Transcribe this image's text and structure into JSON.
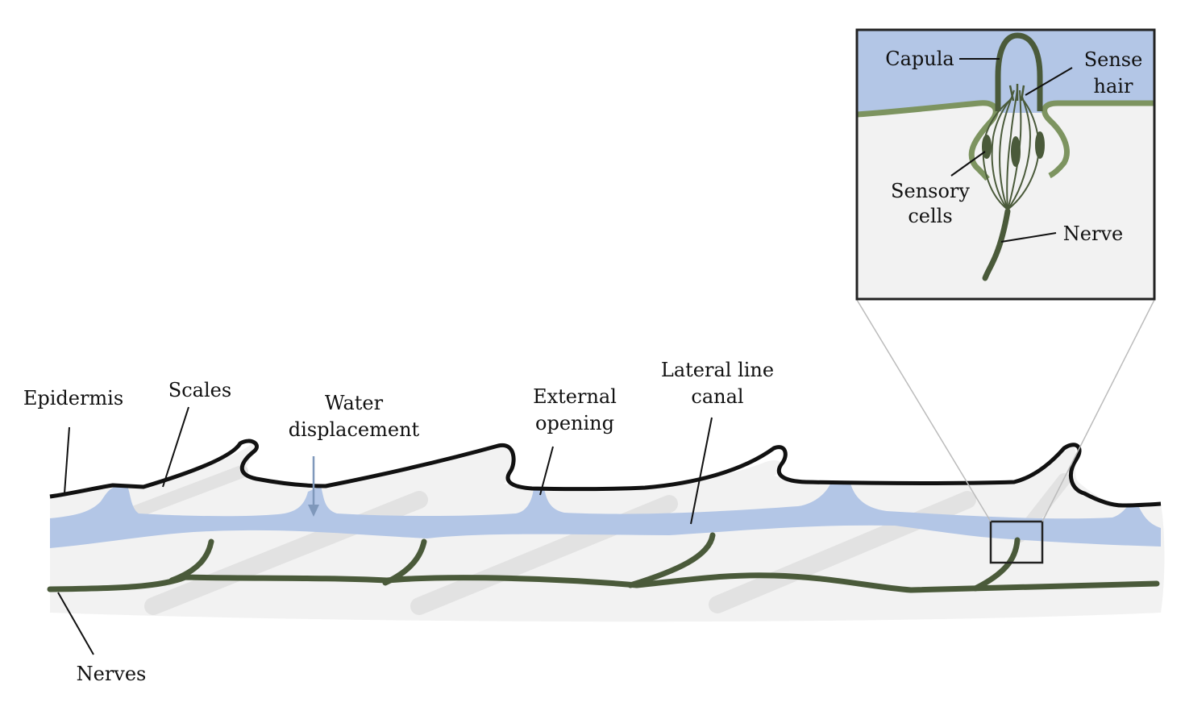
{
  "labels": {
    "epidermis": "Epidermis",
    "scales": "Scales",
    "water_line1": "Water",
    "water_line2": "displacement",
    "external_line1": "External",
    "external_line2": "opening",
    "canal_line1": "Lateral line",
    "canal_line2": "canal",
    "nerves": "Nerves",
    "capula": "Capula",
    "sense_line1": "Sense",
    "sense_line2": "hair",
    "sensory_line1": "Sensory",
    "sensory_line2": "cells",
    "nerve": "Nerve"
  },
  "colors": {
    "epidermis": "#111111",
    "skin_body": "#f2f2f2",
    "scale_shadow": "#e2e2e2",
    "canal_water": "#b3c6e6",
    "nerve": "#4a5a3a",
    "hair_cell_tissue": "#7d9460",
    "arrow": "#7f98bb",
    "inset_border": "#222222",
    "zoom_lines": "#bbbbbb",
    "text": "#111111"
  }
}
